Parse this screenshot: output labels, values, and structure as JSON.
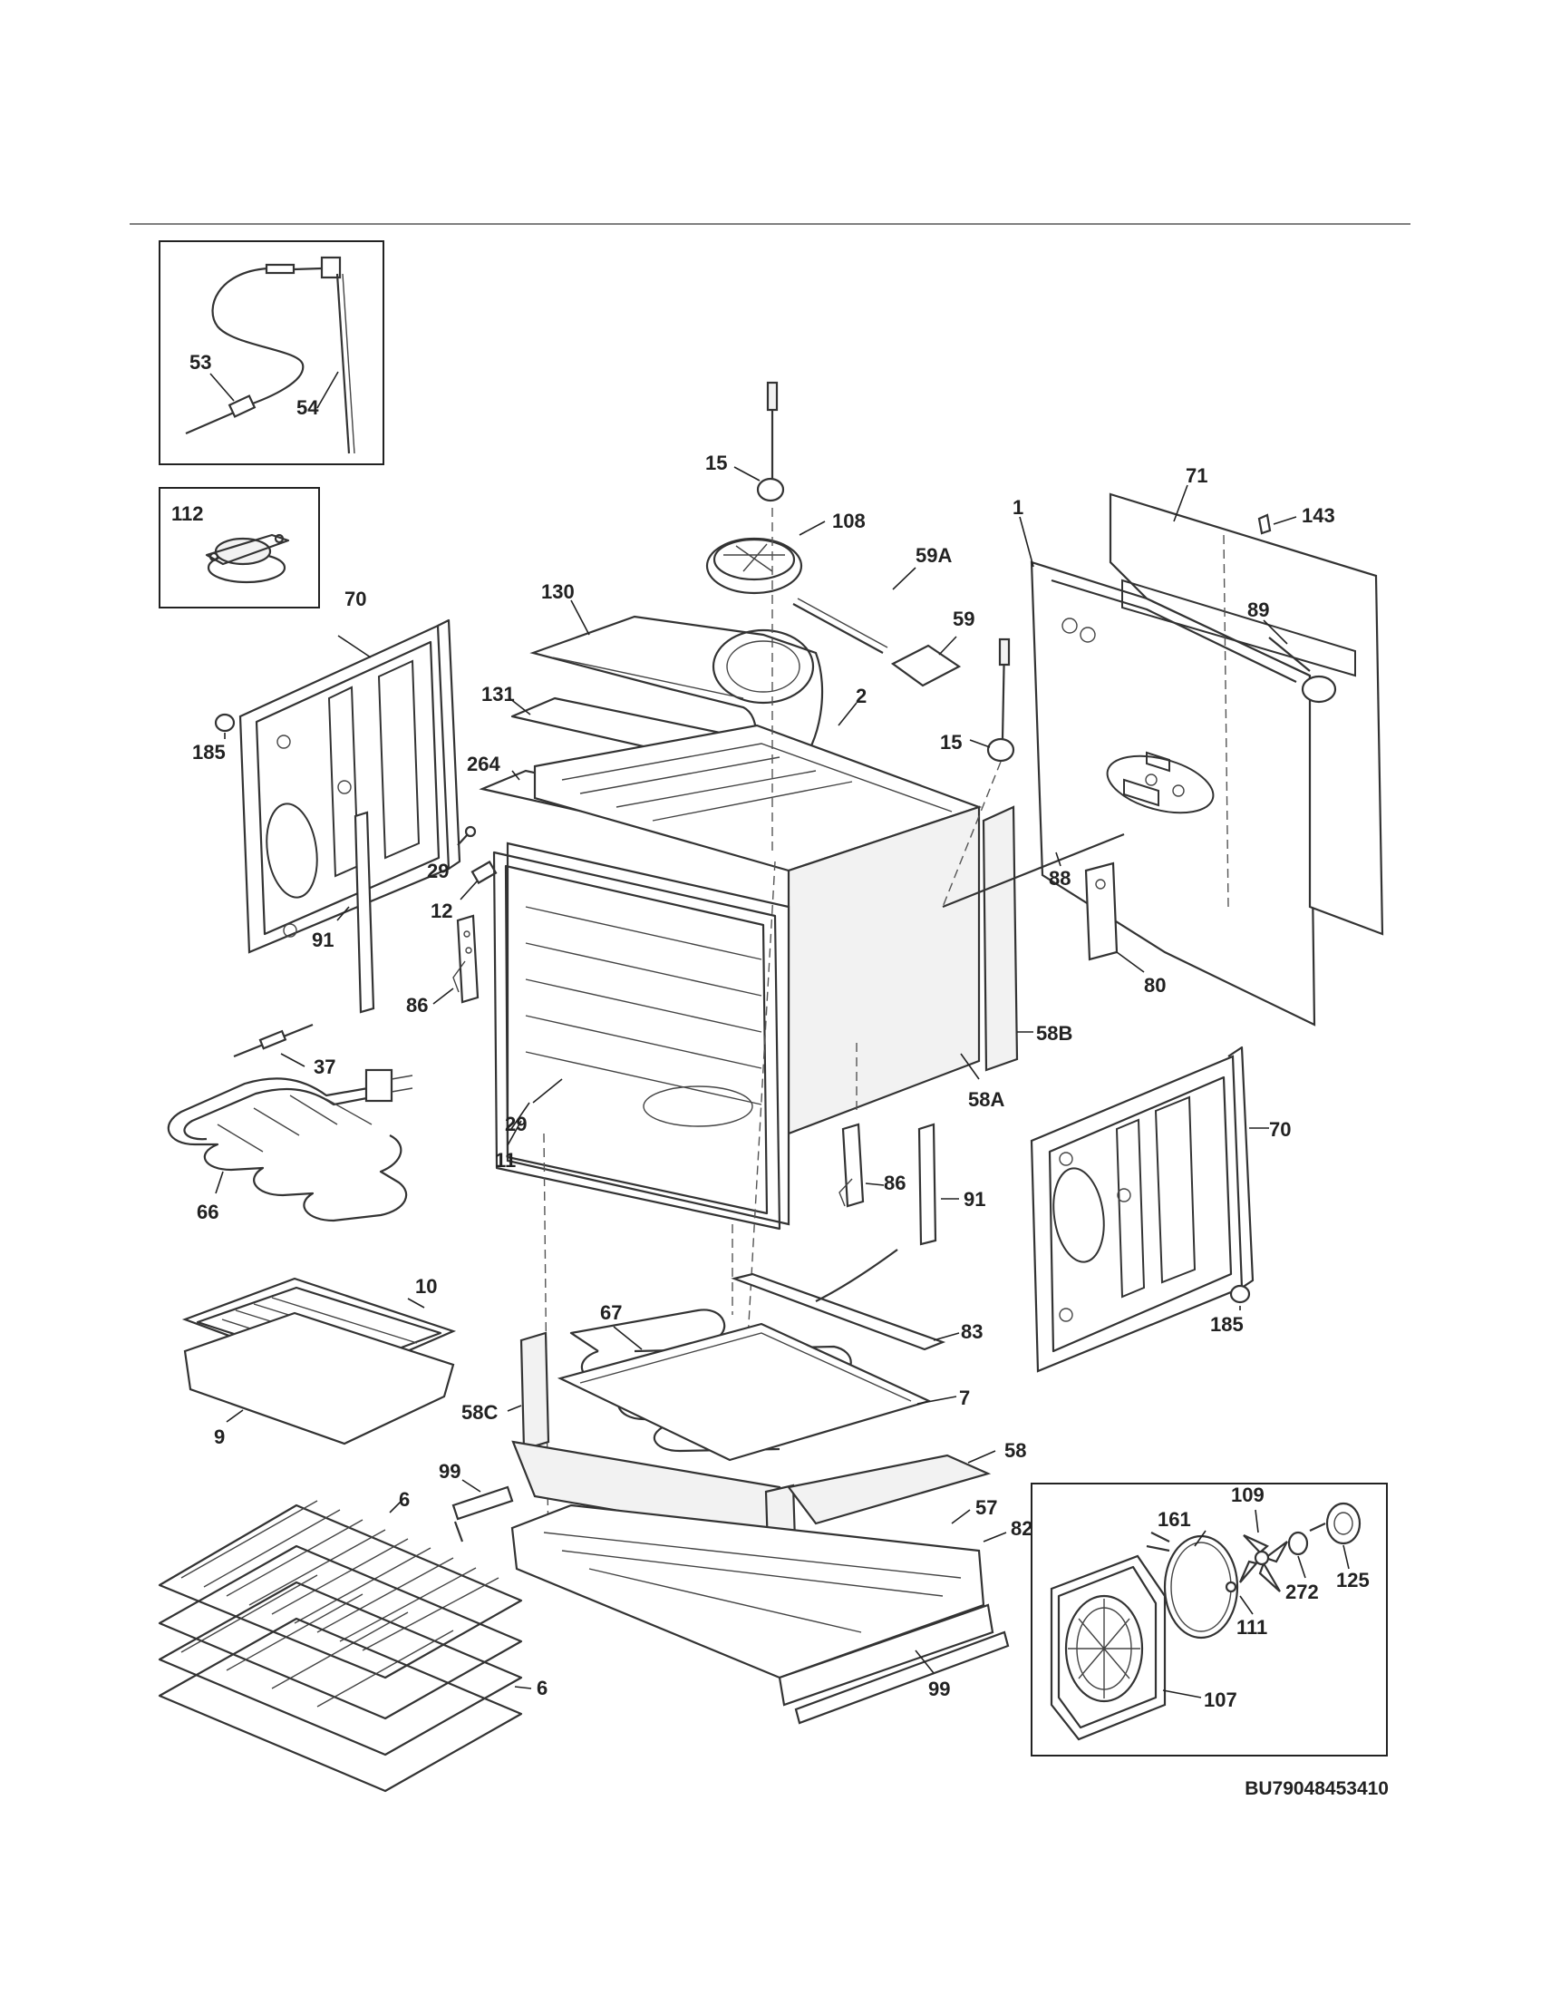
{
  "diagram_code": "BU79048453410",
  "callouts": {
    "c53": "53",
    "c54": "54",
    "c112": "112",
    "c70_left": "70",
    "c185_left": "185",
    "c91_left": "91",
    "c29_top": "29",
    "c12": "12",
    "c86_left": "86",
    "c37": "37",
    "c66": "66",
    "c11": "11",
    "c15_top": "15",
    "c108": "108",
    "c59A": "59A",
    "c59": "59",
    "c130": "130",
    "c131": "131",
    "c264": "264",
    "c2": "2",
    "c15_right": "15",
    "c1": "1",
    "c71": "71",
    "c143": "143",
    "c89": "89",
    "c88": "88",
    "c80": "80",
    "c58B": "58B",
    "c58A": "58A",
    "c29_mid": "29",
    "c70_right": "70",
    "c185_right": "185",
    "c86_right": "86",
    "c91_right": "91",
    "c10": "10",
    "c9": "9",
    "c67": "67",
    "c83": "83",
    "c7": "7",
    "c58C": "58C",
    "c58": "58",
    "c99_left": "99",
    "c57": "57",
    "c82": "82",
    "c99_bottom": "99",
    "c6_top": "6",
    "c6_right": "6",
    "c109": "109",
    "c161": "161",
    "c125": "125",
    "c272": "272",
    "c111": "111",
    "c107": "107"
  }
}
